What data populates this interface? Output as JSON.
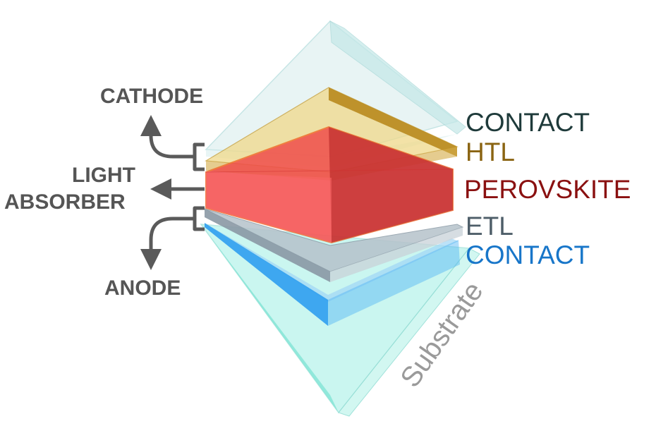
{
  "labels": {
    "cathode": "CATHODE",
    "light_line1": "LIGHT",
    "light_line2": "ABSORBER",
    "anode": "ANODE",
    "contact_top": "CONTACT",
    "htl": "HTL",
    "perovskite": "PEROVSKITE",
    "etl": "ETL",
    "contact_bottom": "CONTACT",
    "substrate": "Substrate"
  },
  "colors": {
    "label_gray": "#555555",
    "contact_top": "#1e3a3a",
    "htl": "#8a6412",
    "perovskite": "#8a1010",
    "etl": "#4d5d68",
    "contact_bottom": "#1876c9",
    "substrate_text": "#9a9a9a",
    "glass": "#bfe8e8",
    "gold": "#e8c25a",
    "red": "#f25050",
    "blue": "#2f9ff0",
    "teal": "#7fe6d6"
  }
}
